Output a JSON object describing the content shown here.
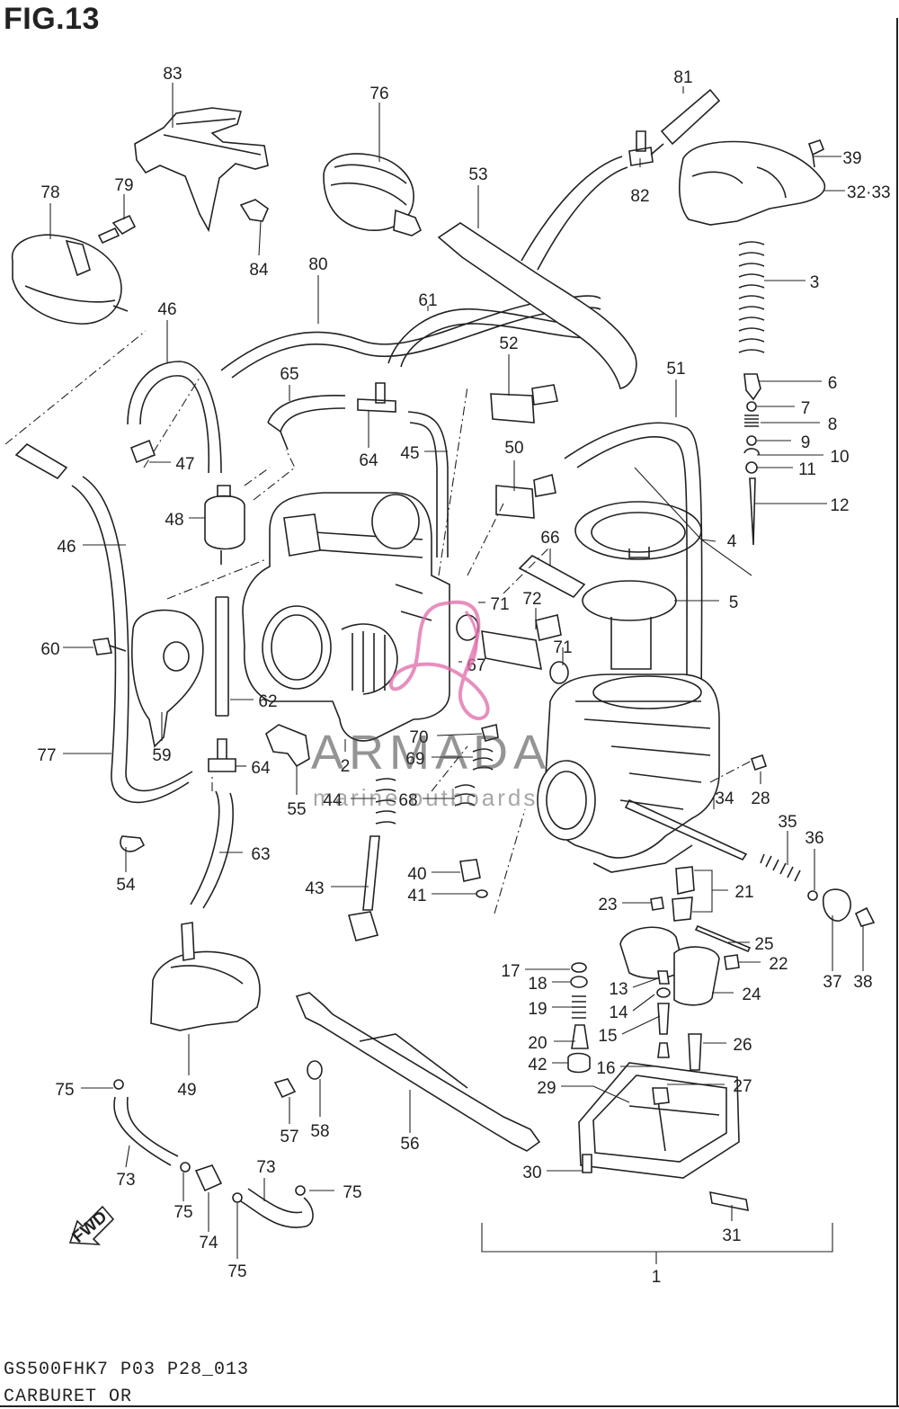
{
  "figure": {
    "title": "FIG.13"
  },
  "footer": {
    "model_code": "GS500FHK7  P03 P28_013",
    "section_name": "CARBURET  OR"
  },
  "watermark": {
    "brand": "ARMADA",
    "sub": "marine outboards",
    "logo_color": "#e06aa8"
  },
  "fwd_arrow": {
    "label": "FWD"
  },
  "assembly_label": "1",
  "callouts": [
    "83",
    "76",
    "81",
    "78",
    "79",
    "84",
    "53",
    "82",
    "39",
    "32·33",
    "80",
    "61",
    "3",
    "46",
    "65",
    "52",
    "51",
    "6",
    "7",
    "8",
    "9",
    "10",
    "11",
    "12",
    "47",
    "64",
    "45",
    "50",
    "4",
    "48",
    "66",
    "46",
    "5",
    "71",
    "72",
    "60",
    "71",
    "67",
    "62",
    "77",
    "59",
    "64",
    "70",
    "2",
    "69",
    "44",
    "68",
    "28",
    "34",
    "55",
    "35",
    "36",
    "63",
    "54",
    "43",
    "40",
    "21",
    "41",
    "23",
    "25",
    "37",
    "38",
    "22",
    "17",
    "13",
    "18",
    "24",
    "14",
    "19",
    "15",
    "20",
    "26",
    "42",
    "16",
    "29",
    "27",
    "49",
    "75",
    "57",
    "58",
    "56",
    "30",
    "73",
    "73",
    "75",
    "75",
    "74",
    "31",
    "75",
    "1"
  ]
}
